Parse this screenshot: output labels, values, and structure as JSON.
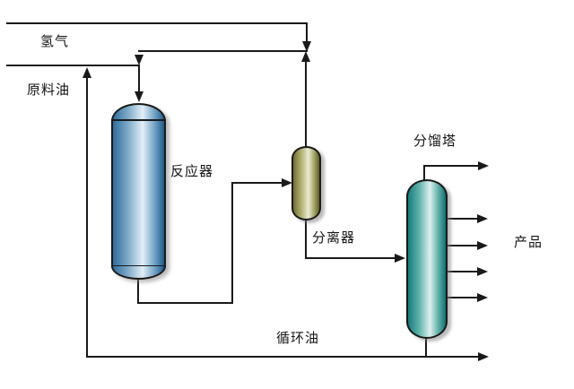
{
  "diagram": {
    "type": "process-flow-diagram",
    "labels": {
      "hydrogen": "氢气",
      "feed_oil": "原料油",
      "reactor": "反应器",
      "separator": "分离器",
      "fractionator": "分馏塔",
      "product": "产品",
      "recycle_oil": "循环油"
    },
    "equipment": [
      {
        "id": "reactor",
        "label": "反应器",
        "shape": "column-dished-heads",
        "fill": "#4a86b4"
      },
      {
        "id": "separator",
        "label": "分离器",
        "shape": "capsule",
        "fill": "#8f8f4a"
      },
      {
        "id": "fractionator",
        "label": "分馏塔",
        "shape": "capsule",
        "fill": "#2f9490"
      }
    ],
    "streams": [
      {
        "id": "hydrogen-line",
        "label": "氢气",
        "to": "mix-junction"
      },
      {
        "id": "feed-oil-line",
        "label": "原料油",
        "to": "reactor"
      },
      {
        "id": "reactor-outlet-line",
        "from": "reactor",
        "to": "separator"
      },
      {
        "id": "separator-vapor-line",
        "from": "separator",
        "to": "mix-junction"
      },
      {
        "id": "separator-bottom-line",
        "from": "separator",
        "to": "fractionator"
      },
      {
        "id": "overhead-product-line",
        "from": "fractionator",
        "to": "right"
      },
      {
        "id": "side-product-lines",
        "count": 4,
        "from": "fractionator",
        "to": "right",
        "label": "产品"
      },
      {
        "id": "bottom-product-line",
        "from": "fractionator",
        "to": "right"
      },
      {
        "id": "recycle-oil-line",
        "label": "循环油",
        "from": "fractionator-bottom",
        "to": "feed-oil-line"
      }
    ],
    "colors": {
      "background": "#ffffff",
      "line": "#1a1a1a",
      "reactor_fill": "#4a86b4",
      "separator_fill": "#8f8f4a",
      "fractionator_fill": "#2f9490"
    }
  }
}
